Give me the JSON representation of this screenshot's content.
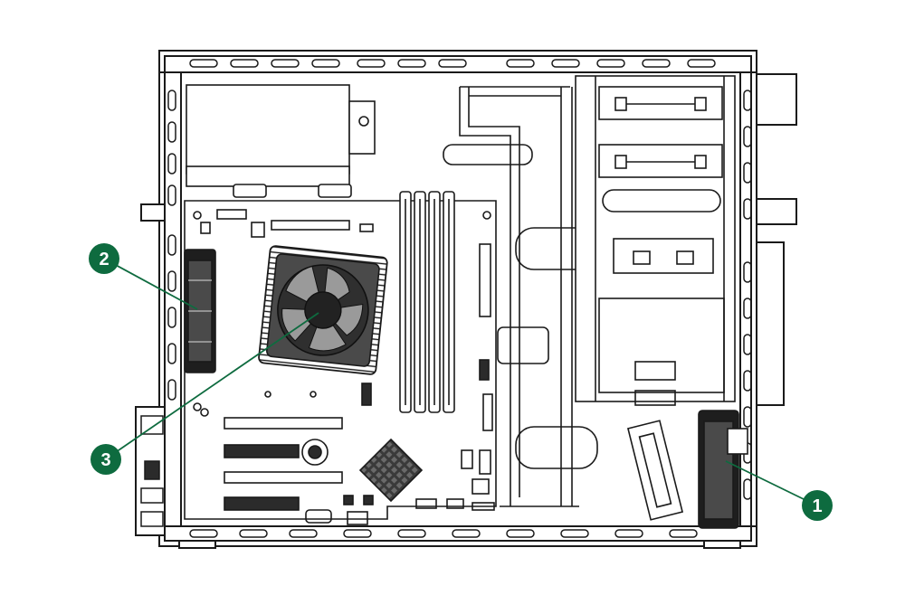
{
  "colors": {
    "line": "#1a1a1a",
    "chassis_fill": "#ffffff",
    "component_dark": "#2b2b2b",
    "component_gray": "#8a8a8a",
    "callout_fill": "#0e6b3f",
    "callout_text": "#ffffff",
    "leader_line": "#0e6b3f"
  },
  "callouts": [
    {
      "id": "1",
      "label": "1",
      "part": "front-fan"
    },
    {
      "id": "2",
      "label": "2",
      "part": "rear-fan"
    },
    {
      "id": "3",
      "label": "3",
      "part": "cpu-heatsink"
    }
  ]
}
